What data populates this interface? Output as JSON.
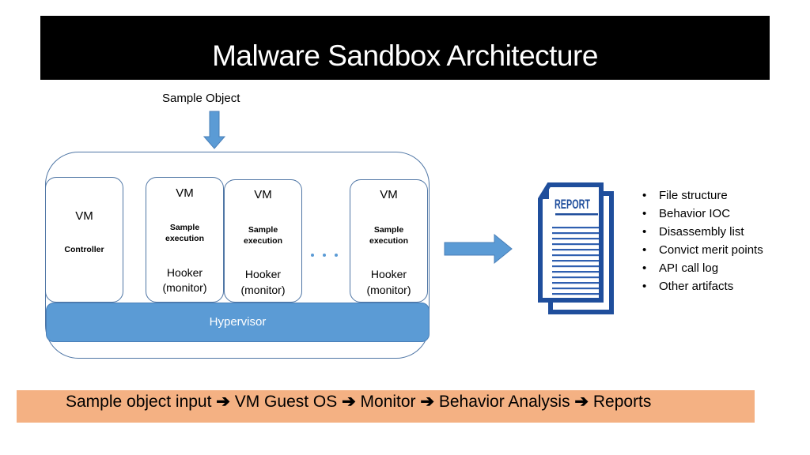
{
  "title": "Malware Sandbox Architecture",
  "sample_object_label": "Sample Object",
  "vms": [
    {
      "title": "VM",
      "role": "Controller"
    },
    {
      "title": "VM",
      "role": "Sample execution",
      "monitor_line1": "Hooker",
      "monitor_line2": "(monitor)"
    },
    {
      "title": "VM",
      "role": "Sample execution",
      "monitor_line1": "Hooker",
      "monitor_line2": "(monitor)"
    },
    {
      "title": "VM",
      "role": "Sample execution",
      "monitor_line1": "Hooker",
      "monitor_line2": "(monitor)"
    }
  ],
  "hypervisor_label": "Hypervisor",
  "report": {
    "icon": "report-document-icon",
    "label": "REPORT",
    "items": [
      "File structure",
      "Behavior IOC",
      "Disassembly list",
      "Convict merit points",
      "API call log",
      "Other artifacts"
    ],
    "bullet": "•"
  },
  "flow": {
    "steps": [
      "Sample object input",
      "VM Guest OS",
      "Monitor",
      "Behavior Analysis",
      "Reports"
    ],
    "separator": "➔"
  },
  "colors": {
    "title_bg": "#000000",
    "accent_blue": "#5b9bd5",
    "border_blue": "#4f76a5",
    "report_blue": "#1f4e9c",
    "flow_bg": "#f4b183"
  }
}
